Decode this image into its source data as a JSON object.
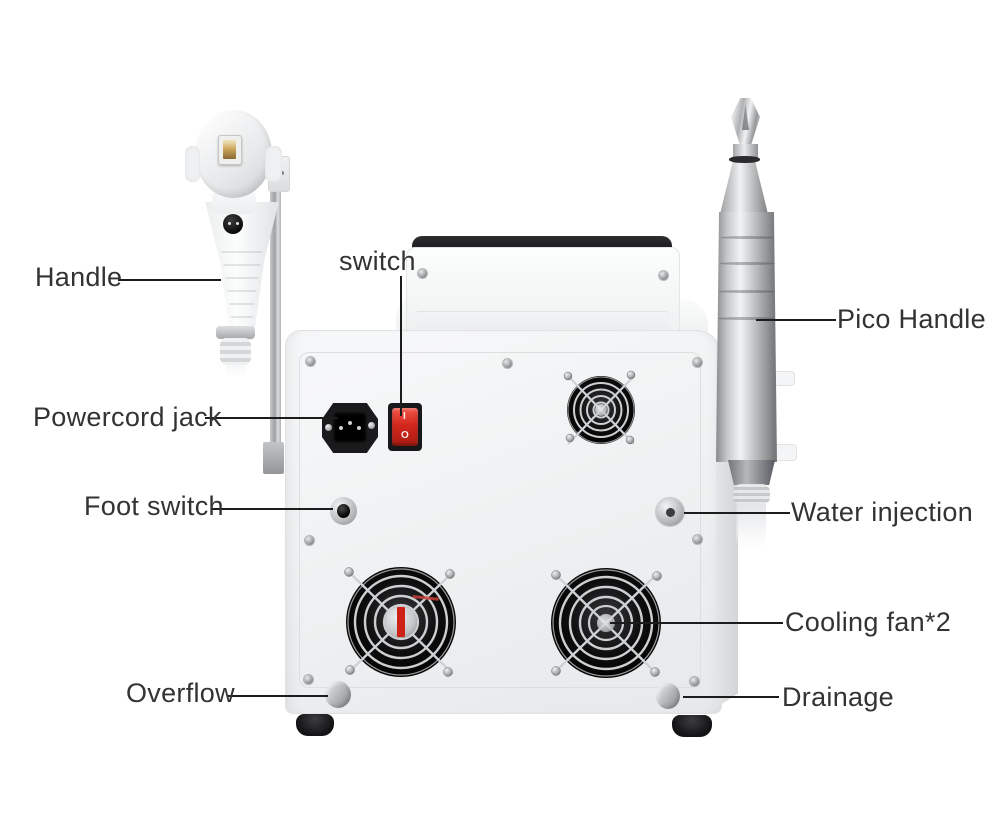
{
  "callouts": {
    "handle": "Handle",
    "switch": "switch",
    "pico_handle": "Pico Handle",
    "powercord_jack": "Powercord jack",
    "foot_switch": "Foot switch",
    "water_injection": "Water injection",
    "cooling_fan": "Cooling fan*2",
    "overflow": "Overflow",
    "drainage": "Drainage"
  },
  "power_switch": {
    "on_marking": "I",
    "off_marking": "O"
  },
  "colors": {
    "background": "#ffffff",
    "label_text": "#333333",
    "leader_line": "#1c1c1c",
    "machine_body": "#eef0f1",
    "grip_black": "#1b1b1d",
    "switch_red": "#d3271c",
    "metal_silver": "#b9bbbd",
    "fan_black": "#0d0d0d",
    "aperture_gold": "#bf9a4e"
  }
}
